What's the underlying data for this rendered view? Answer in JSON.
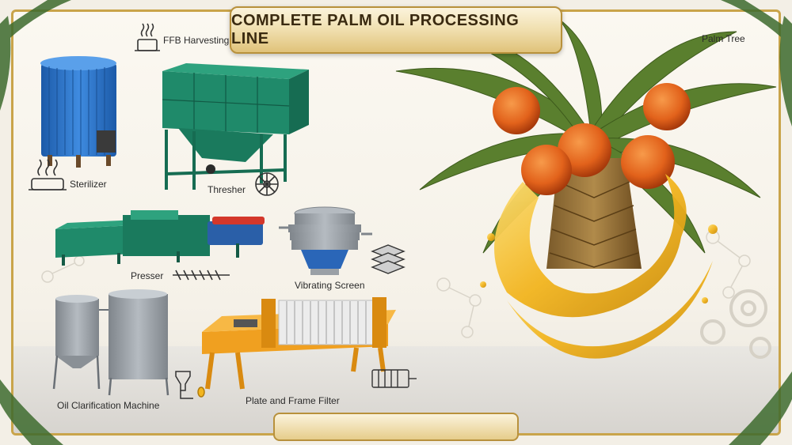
{
  "title": "COMPLETE PALM OIL PROCESSING LINE",
  "labels": {
    "ffb_harvesting": "FFB Harvesting",
    "sterilizer": "Sterilizer",
    "thresher": "Thresher",
    "presser": "Presser",
    "vibrating_screen": "Vibrating Screen",
    "oil_clarification": "Oil Clarification Machine",
    "plate_frame_filter": "Plate and Frame Filter",
    "palm_tree": "Palm Tree"
  },
  "colors": {
    "gold": "#c9a44a",
    "sterilizer_blue": "#2a6fc4",
    "machine_green": "#1f8a6a",
    "filter_orange": "#f0a020",
    "tank_gray": "#9aa0a6",
    "oil_gold": "#f2b51f",
    "fruit_orange": "#e2621b"
  }
}
